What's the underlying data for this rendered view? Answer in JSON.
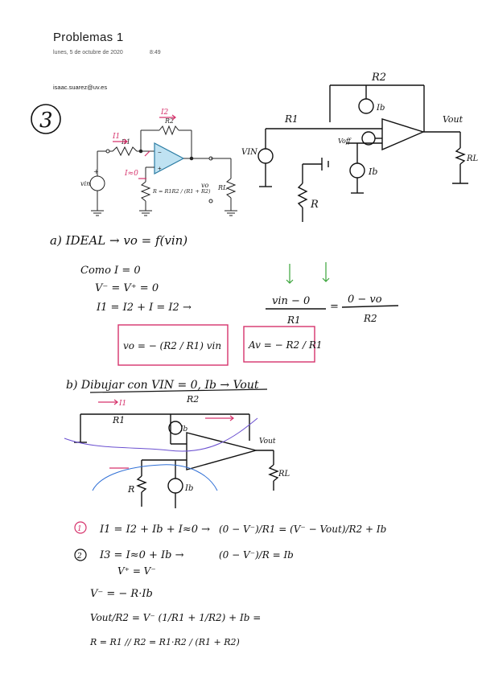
{
  "header": {
    "title": "Problemas 1",
    "date": "lunes, 5 de octubre de 2020",
    "time": "8:49",
    "email": "isaac.suarez@uv.es"
  },
  "problem_number": "3",
  "printed_circuit": {
    "R1": "R1",
    "R2": "R2",
    "R": "R = R1R2 / (R1 + R2)",
    "RL": "RL",
    "vin": "vin",
    "vo": "vo",
    "plus": "+",
    "minus": "−"
  },
  "circuit_labels": {
    "R1": "R1",
    "R2": "R2",
    "R": "R",
    "RL": "RL",
    "Vin": "VIN",
    "Vout": "Vout",
    "Ib": "Ib",
    "Voff": "Voff",
    "I1": "I1",
    "I2": "I2",
    "I0": "I≈0"
  },
  "part_a": {
    "heading": "a) IDEAL → vo = f(vin)",
    "line1": "Como I = 0",
    "line2": "V⁻ = V⁺ = 0",
    "line3": "I1 = I2 + I = I2 →",
    "frac_left_num": "vin − 0",
    "frac_left_den": "R1",
    "frac_right_num": "0 − vo",
    "frac_right_den": "R2",
    "result1": "vo = − (R2 / R1) vin",
    "result2": "Av = − R2 / R1"
  },
  "part_b": {
    "heading": "b) Dibujar con VIN = 0, Ib → Vout",
    "eq1": "I1 = I2 + Ib + I≈0 →",
    "eq1b": "(0 − V⁻)/R1 = (V⁻ − Vout)/R2 + Ib",
    "eq2": "I3 = I≈0 + Ib →",
    "eq2b": "(0 − V⁻)/R = Ib",
    "eq2c": "V⁺ = V⁻",
    "eq3": "V⁻ = − R·Ib",
    "eq4": "Vout/R2 = V⁻ (1/R1 + 1/R2) + Ib =",
    "eq5": "R = R1 // R2 = R1·R2 / (R1 + R2)",
    "marker1": "1",
    "marker2": "2"
  }
}
